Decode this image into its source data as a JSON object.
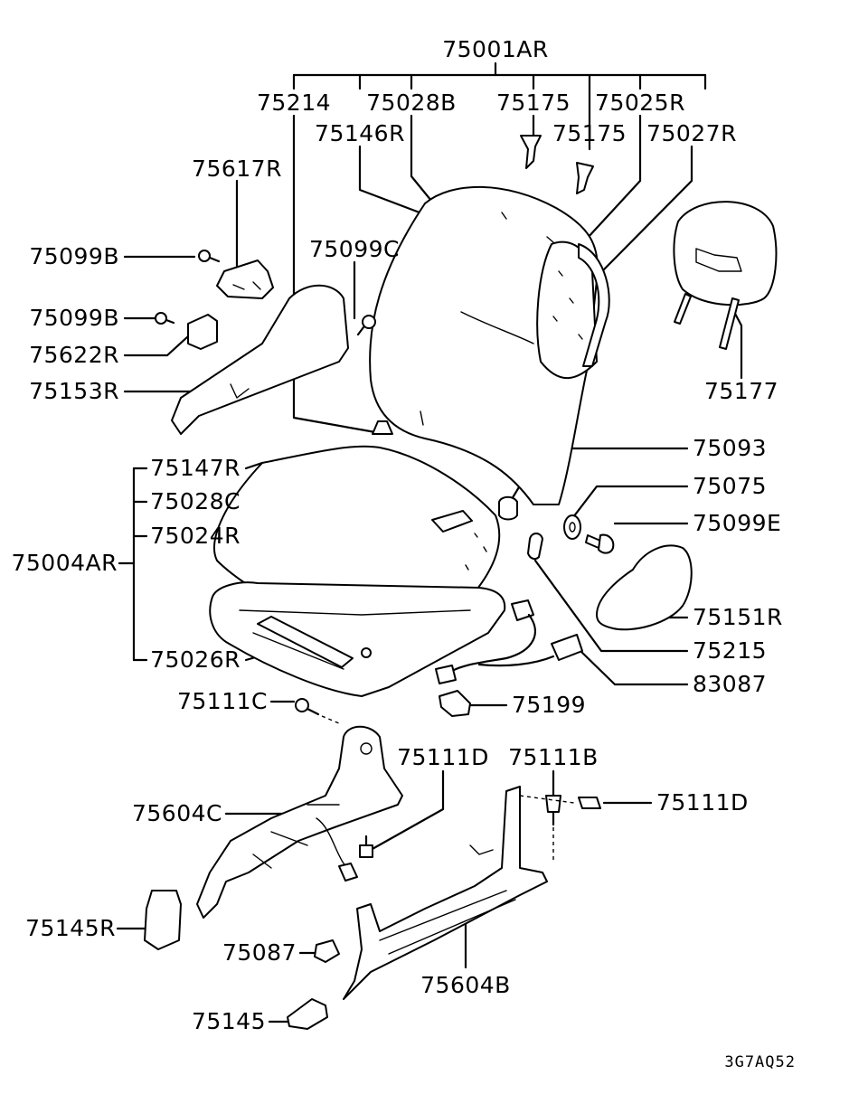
{
  "diagram": {
    "labels": {
      "l75001AR": "75001AR",
      "l75214": "75214",
      "l75028B": "75028B",
      "l75175a": "75175",
      "l75025R": "75025R",
      "l75146R": "75146R",
      "l75175b": "75175",
      "l75027R": "75027R",
      "l75617R": "75617R",
      "l75099Ba": "75099B",
      "l75099C": "75099C",
      "l75099Bb": "75099B",
      "l75622R": "75622R",
      "l75153R": "75153R",
      "l75177": "75177",
      "l75093": "75093",
      "l75147R": "75147R",
      "l75075": "75075",
      "l75028C": "75028C",
      "l75099E": "75099E",
      "l75024R": "75024R",
      "l75004AR": "75004AR",
      "l75151R": "75151R",
      "l75215": "75215",
      "l75026R": "75026R",
      "l83087": "83087",
      "l75111C": "75111C",
      "l75199": "75199",
      "l75111Da": "75111D",
      "l75111B": "75111B",
      "l75111Db": "75111D",
      "l75604C": "75604C",
      "l75145R": "75145R",
      "l75087": "75087",
      "l75604B": "75604B",
      "l75145": "75145"
    },
    "code": "3G7AQ52"
  }
}
